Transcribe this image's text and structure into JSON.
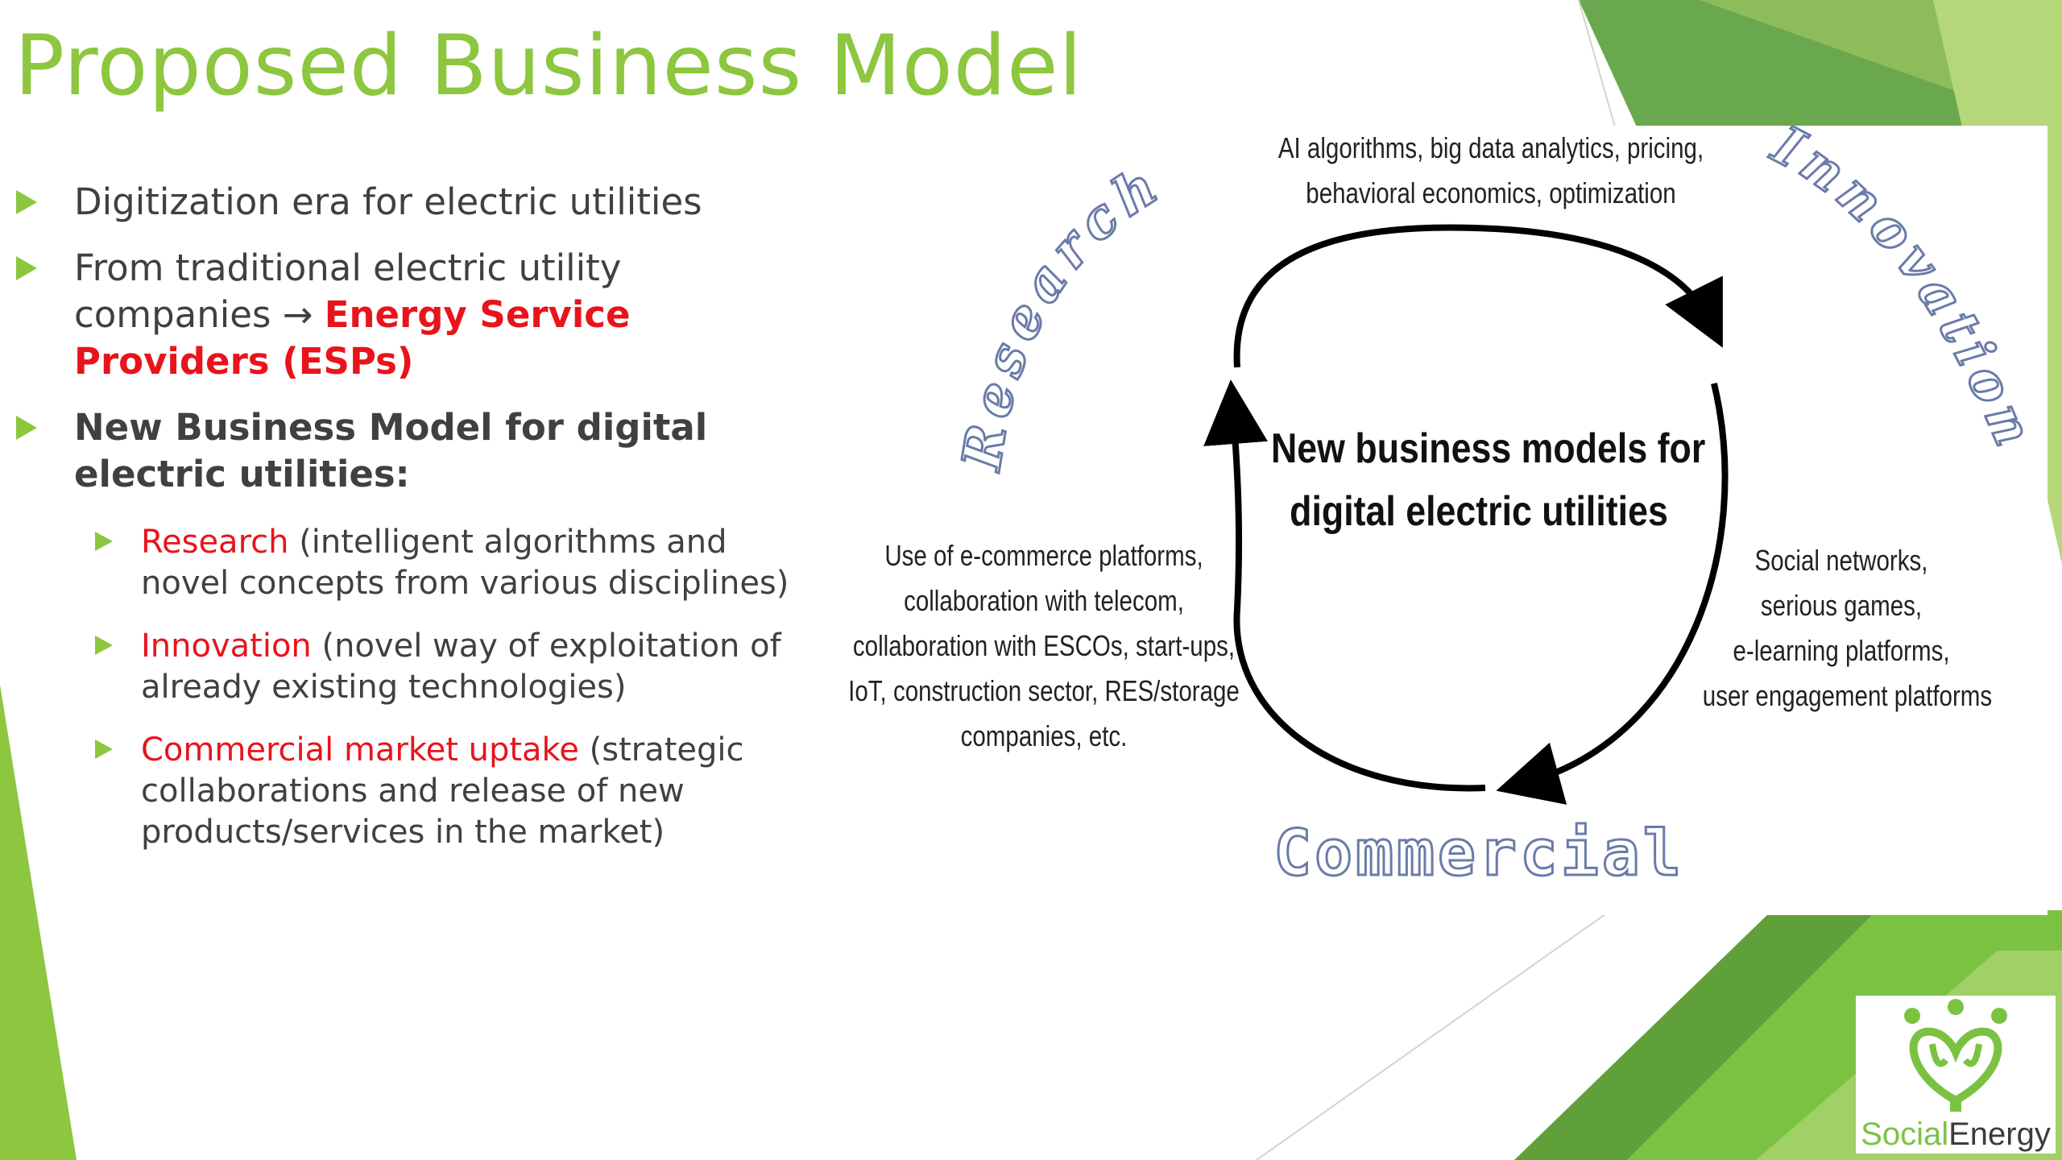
{
  "title": "Proposed Business Model",
  "bullets": [
    {
      "text": "Digitization era for electric utilities"
    },
    {
      "text_plain": "From traditional electric utility companies → ",
      "text_highlight": "Energy Service Providers (ESPs)"
    },
    {
      "text": "New Business Model for digital electric utilities:"
    }
  ],
  "sub_bullets": [
    {
      "label": "Research",
      "rest": " (intelligent algorithms and novel concepts from various disciplines)"
    },
    {
      "label": "Innovation",
      "rest": " (novel way of exploitation of already existing technologies)"
    },
    {
      "label": "Commercial market uptake",
      "rest": " (strategic collaborations and release of new products/services in the market)"
    }
  ],
  "diagram": {
    "center": [
      "New business models for",
      "digital electric utilities"
    ],
    "top": [
      "AI algorithms, big data analytics, pricing,",
      "behavioral economics, optimization"
    ],
    "left": [
      "Use of e-commerce platforms,",
      "collaboration with telecom,",
      "collaboration with ESCOs, start-ups,",
      "IoT, construction sector, RES/storage",
      "companies, etc."
    ],
    "right": [
      "Social networks,",
      "serious games,",
      "e-learning platforms,",
      "user engagement platforms"
    ],
    "arc_research": "Research",
    "arc_innovation": "Innovation",
    "arc_commercial": "Commercial"
  },
  "logo": {
    "part1": "Social",
    "part2": "Energy",
    "icon": "people-heart-plug-icon"
  },
  "colors": {
    "accent_green": "#8dc63f",
    "highlight_red": "#e8141b",
    "text_gray": "#404040"
  }
}
